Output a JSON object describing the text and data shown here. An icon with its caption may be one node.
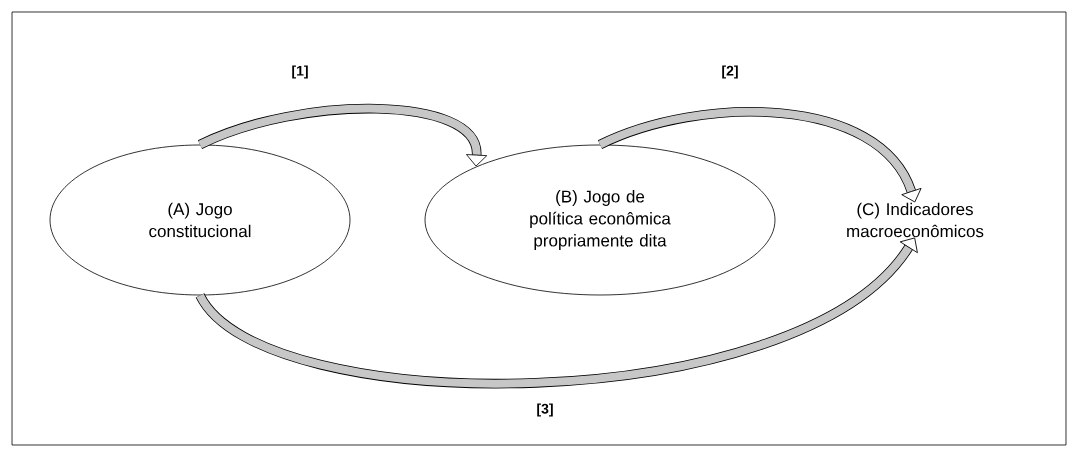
{
  "diagram": {
    "nodes": [
      {
        "text": [
          "(A) Jogo constitucional"
        ]
      },
      {
        "text": [
          "(B) Jogo de política econômica propriamente dita"
        ]
      },
      {
        "text": [
          "(C) Indicadores macroeconômicos"
        ]
      }
    ],
    "edges": [
      {
        "from": 0,
        "to": 1,
        "arrow": "to",
        "label": "[1]"
      },
      {
        "from": 1,
        "to": 2,
        "arrow": "to",
        "label": "[2]"
      },
      {
        "from": 0,
        "to": 2,
        "arrow": "to",
        "label": "[3]"
      }
    ]
  }
}
